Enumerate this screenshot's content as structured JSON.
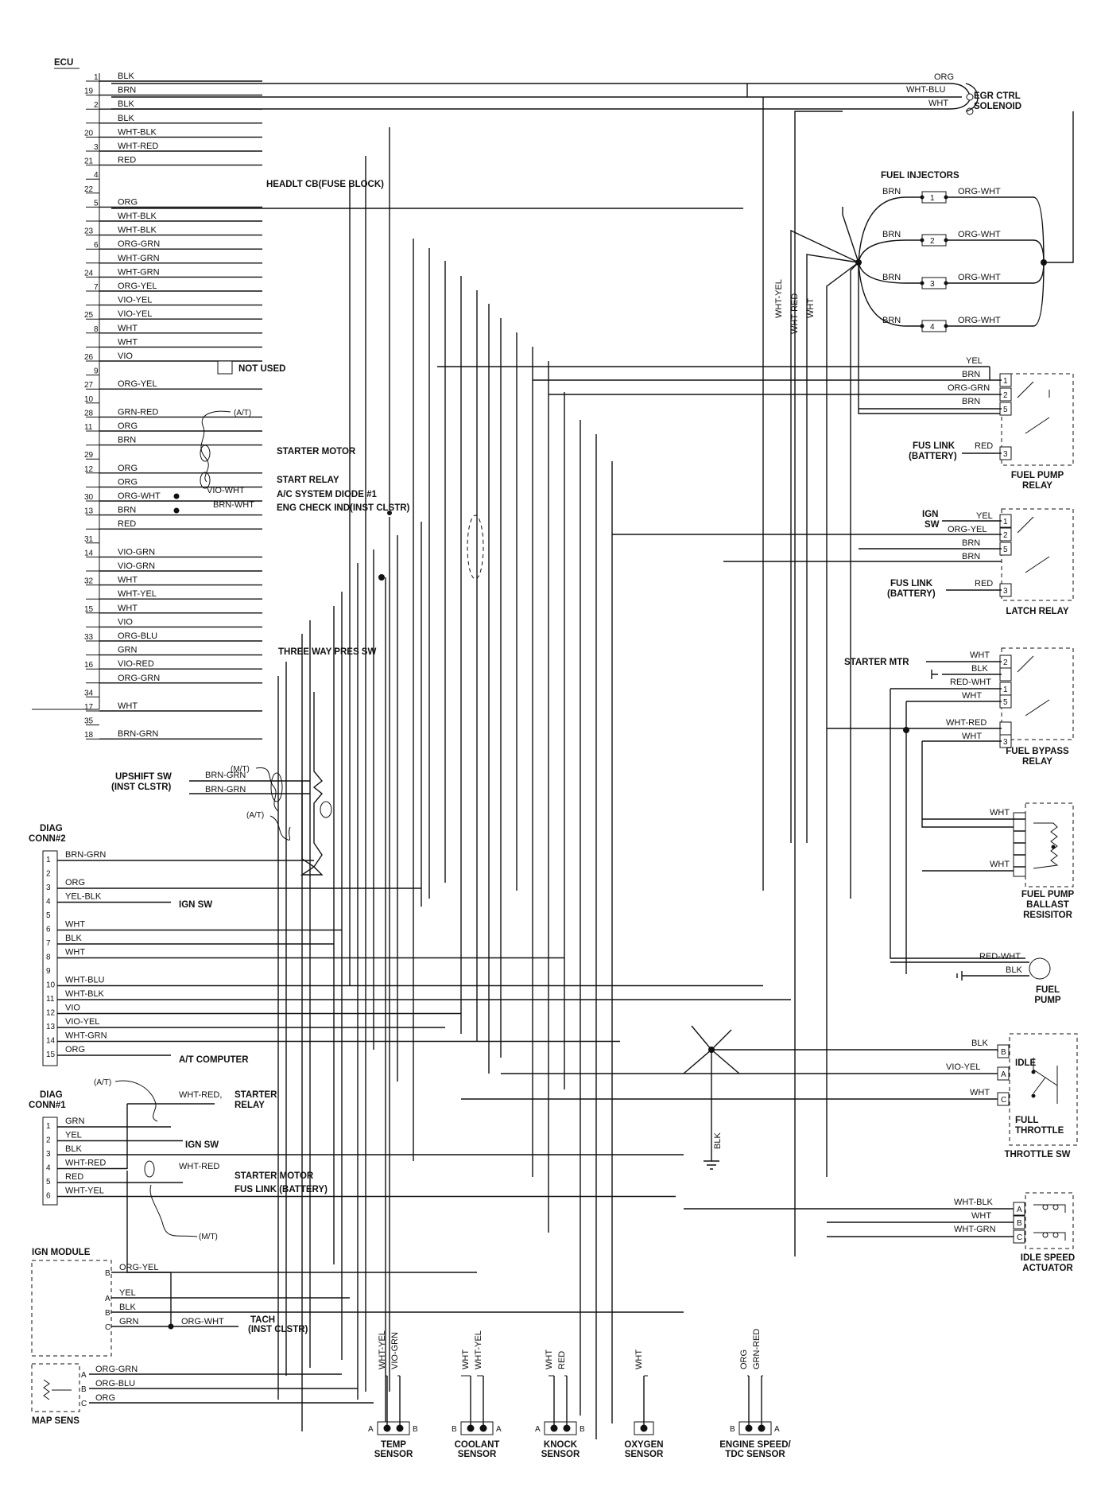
{
  "ecu": {
    "title": "ECU",
    "wires": [
      {
        "pin": "1",
        "color": "BLK",
        "end": "EGR_ORG"
      },
      {
        "pin": "19",
        "color": "BRN",
        "end": "EGR_WHTBLU"
      },
      {
        "pin": "2",
        "color": "BLK",
        "end": "EGR_WHT"
      },
      {
        "pin": "",
        "color": "BLK",
        "end": "drop_490"
      },
      {
        "pin": "20",
        "color": "WHT-BLK",
        "end": "drop_460"
      },
      {
        "pin": "3",
        "color": "WHT-RED",
        "end": "drop_440"
      },
      {
        "pin": "21",
        "color": "RED",
        "end": "headlt"
      },
      {
        "pin": "4",
        "color": "",
        "end": ""
      },
      {
        "pin": "22",
        "color": "",
        "end": ""
      },
      {
        "pin": "5",
        "color": "ORG",
        "end": "inj"
      },
      {
        "pin": "",
        "color": "WHT-BLK",
        "end": "drop_520"
      },
      {
        "pin": "23",
        "color": "WHT-BLK",
        "end": "drop_540"
      },
      {
        "pin": "6",
        "color": "ORG-GRN",
        "end": "drop_560"
      },
      {
        "pin": "",
        "color": "WHT-GRN",
        "end": "drop_580"
      },
      {
        "pin": "24",
        "color": "WHT-GRN",
        "end": "drop_600"
      },
      {
        "pin": "7",
        "color": "ORG-YEL",
        "end": "drop_615"
      },
      {
        "pin": "",
        "color": "VIO-YEL",
        "end": "drop_630"
      },
      {
        "pin": "25",
        "color": "VIO-YEL",
        "end": "drop_650"
      },
      {
        "pin": "8",
        "color": "WHT",
        "end": "drop_670"
      },
      {
        "pin": "",
        "color": "WHT",
        "end": "drop_690"
      },
      {
        "pin": "26",
        "color": "VIO",
        "end": "notused"
      },
      {
        "pin": "9",
        "color": "",
        "end": ""
      },
      {
        "pin": "27",
        "color": "ORG-YEL",
        "end": "drop_710"
      },
      {
        "pin": "10",
        "color": "",
        "end": ""
      },
      {
        "pin": "28",
        "color": "GRN-RED",
        "end": "drop_730"
      },
      {
        "pin": "11",
        "color": "ORG",
        "end": "drop_750"
      },
      {
        "pin": "",
        "color": "BRN",
        "end": "starter"
      },
      {
        "pin": "29",
        "color": "",
        "end": ""
      },
      {
        "pin": "12",
        "color": "ORG",
        "end": "drop_770"
      },
      {
        "pin": "",
        "color": "ORG",
        "end": "startrelay"
      },
      {
        "pin": "30",
        "color": "ORG-WHT",
        "end": "acdiode"
      },
      {
        "pin": "13",
        "color": "BRN",
        "end": "engcheck"
      },
      {
        "pin": "",
        "color": "RED",
        "end": "drop_530"
      },
      {
        "pin": "31",
        "color": "",
        "end": ""
      },
      {
        "pin": "14",
        "color": "VIO-GRN",
        "end": "drop_500"
      },
      {
        "pin": "",
        "color": "VIO-GRN",
        "end": "drop_470"
      },
      {
        "pin": "32",
        "color": "WHT",
        "end": "drop_450"
      },
      {
        "pin": "",
        "color": "WHT-YEL",
        "end": "drop_485"
      },
      {
        "pin": "15",
        "color": "WHT",
        "end": "drop_430"
      },
      {
        "pin": "",
        "color": "VIO",
        "end": "drop_420"
      },
      {
        "pin": "33",
        "color": "ORG-BLU",
        "end": "drop_390"
      },
      {
        "pin": "",
        "color": "GRN",
        "end": "drop_380"
      },
      {
        "pin": "16",
        "color": "VIO-RED",
        "end": "threeway"
      },
      {
        "pin": "",
        "color": "ORG-GRN",
        "end": "drop_360"
      },
      {
        "pin": "34",
        "color": "",
        "end": ""
      },
      {
        "pin": "17",
        "color": "WHT",
        "end": "drop_350"
      },
      {
        "pin": "35",
        "color": "",
        "end": ""
      },
      {
        "pin": "18",
        "color": "BRN-GRN",
        "end": "upshift"
      }
    ]
  },
  "labels": {
    "headlt": "HEADLT CB(FUSE BLOCK)",
    "not_used": "NOT USED",
    "at1": "(A/T)",
    "starter_motor": "STARTER MOTOR",
    "start_relay": "START RELAY",
    "ac_diode": "A/C SYSTEM DIODE #1",
    "eng_check": "ENG CHECK IND(INST CLSTR)",
    "vio_wht": "VIO-WHT",
    "brn_wht": "BRN-WHT",
    "three_way": "THREE WAY PRES SW",
    "mt1": "(M/T)",
    "at2": "(A/T)",
    "upshift": "UPSHIFT SW",
    "upshift2": "(INST CLSTR)",
    "brn_grn_a": "BRN-GRN",
    "brn_grn_b": "BRN-GRN",
    "egr1": "EGR CTRL",
    "egr2": "SOLENOID",
    "egr_org": "ORG",
    "egr_whtblu": "WHT-BLU",
    "egr_wht": "WHT",
    "fuel_injectors": "FUEL INJECTORS",
    "inj_brn": "BRN",
    "inj_orgwht": "ORG-WHT",
    "whtyel_v": "WHT-YEL",
    "whtred_v": "WHT-RED",
    "wht_v": "WHT",
    "fpr_yel": "YEL",
    "fpr_brn": "BRN",
    "fpr_orggrn": "ORG-GRN",
    "fpr_brn2": "BRN",
    "fus_link": "FUS LINK",
    "battery": "(BATTERY)",
    "fpr_red": "RED",
    "fuel_pump_relay1": "FUEL PUMP",
    "fuel_pump_relay2": "RELAY",
    "ign": "IGN",
    "sw": "SW",
    "lr_yel": "YEL",
    "lr_orgyel": "ORG-YEL",
    "lr_brn": "BRN",
    "lr_brn2": "BRN",
    "fus_link2": "FUS LINK",
    "battery2": "(BATTERY)",
    "lr_red": "RED",
    "latch_relay": "LATCH RELAY",
    "starter_mtr": "STARTER MTR",
    "fb_wht": "WHT",
    "fb_blk": "BLK",
    "fb_redwht": "RED-WHT",
    "fb_wht2": "WHT",
    "fb_whtred": "WHT-RED",
    "fb_wht3": "WHT",
    "fuel_bypass1": "FUEL BYPASS",
    "fuel_bypass2": "RELAY",
    "bal_wht": "WHT",
    "bal_wht2": "WHT",
    "ballast1": "FUEL PUMP",
    "ballast2": "BALLAST",
    "ballast3": "RESISITOR",
    "fp_redwht": "RED-WHT",
    "fp_blk": "BLK",
    "fuel_pump1": "FUEL",
    "fuel_pump2": "PUMP",
    "ts_blk": "BLK",
    "ts_vioyel": "VIO-YEL",
    "ts_wht": "WHT",
    "idle": "IDLE",
    "full": "FULL",
    "throttle": "THROTTLE",
    "throttle_sw": "THROTTLE SW",
    "blk_v": "BLK",
    "isa_whtblk": "WHT-BLK",
    "isa_wht": "WHT",
    "isa_whtgrn": "WHT-GRN",
    "isa1": "IDLE SPEED",
    "isa2": "ACTUATOR",
    "diag2a": "DIAG",
    "diag2b": "CONN#2",
    "d2_brngrn": "BRN-GRN",
    "d2_org": "ORG",
    "d2_yelblk": "YEL-BLK",
    "d2_ignsw": "IGN SW",
    "d2_wht": "WHT",
    "d2_blk": "BLK",
    "d2_wht2": "WHT",
    "d2_whtblu": "WHT-BLU",
    "d2_whtblk": "WHT-BLK",
    "d2_vio": "VIO",
    "d2_vioyel": "VIO-YEL",
    "d2_whtgrn": "WHT-GRN",
    "d2_org2": "ORG",
    "at_computer": "A/T COMPUTER",
    "at3": "(A/T)",
    "diag1a": "DIAG",
    "diag1b": "CONN#1",
    "d1_whtred": "WHT-RED,",
    "d1_starter": "STARTER",
    "d1_relay": "RELAY",
    "d1_grn": "GRN",
    "d1_yel": "YEL",
    "d1_blk": "BLK",
    "d1_ignsw": "IGN SW",
    "d1_whtred2": "WHT-RED",
    "d1_whtred3": "WHT-RED",
    "d1_starter_motor": "STARTER MOTOR",
    "d1_red": "RED",
    "d1_fuslink": "FUS LINK (BATTERY)",
    "d1_whtyel": "WHT-YEL",
    "mt2": "(M/T)",
    "ign_module": "IGN MODULE",
    "im_orgyel": "ORG-YEL",
    "im_yel": "YEL",
    "im_blk": "BLK",
    "im_grn": "GRN",
    "im_orgwht": "ORG-WHT",
    "tach": "TACH",
    "tach2": "(INST CLSTR)",
    "map_orggrn": "ORG-GRN",
    "map_orgblu": "ORG-BLU",
    "map_org": "ORG",
    "map_sens": "MAP SENS",
    "t_whtyel": "WHT-YEL",
    "t_viogrn": "VIO-GRN",
    "temp1": "TEMP",
    "temp2": "SENSOR",
    "c_wht": "WHT",
    "c_whtyel": "WHT-YEL",
    "cool1": "COOLANT",
    "cool2": "SENSOR",
    "k_wht": "WHT",
    "k_red": "RED",
    "knock1": "KNOCK",
    "knock2": "SENSOR",
    "o_wht": "WHT",
    "oxy1": "OXYGEN",
    "oxy2": "SENSOR",
    "e_org": "ORG",
    "e_grnred": "GRN-RED",
    "eng1": "ENGINE SPEED/",
    "eng2": "TDC SENSOR",
    "pinA": "A",
    "pinB": "B",
    "pinC": "C"
  }
}
